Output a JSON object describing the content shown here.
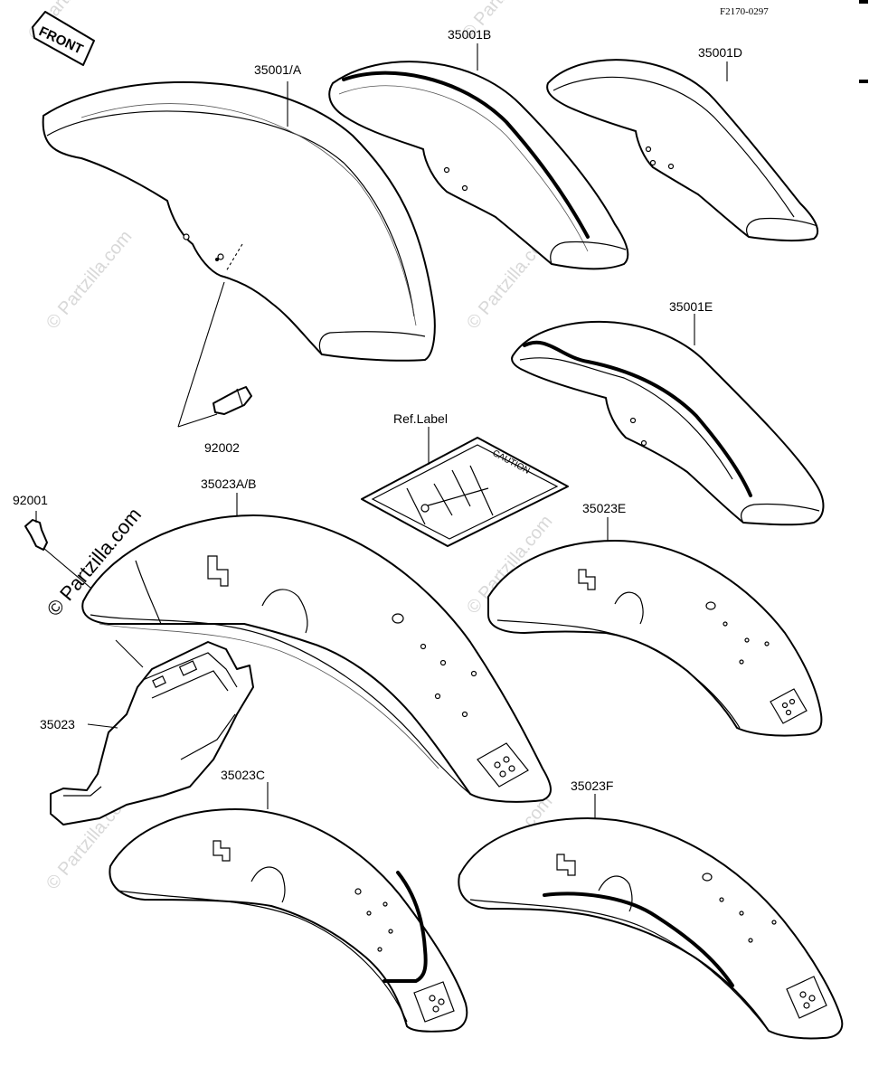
{
  "diagram_code": "F2170-0297",
  "front_label": "FRONT",
  "watermark": "© Partzilla.com",
  "ref_label": "Ref.Label",
  "caution_text": "CAUTION",
  "part_labels": {
    "p35001A": "35001/A",
    "p35001B": "35001B",
    "p35001D": "35001D",
    "p35001E": "35001E",
    "p92002": "92002",
    "p92001": "92001",
    "p35023AB": "35023A/B",
    "p35023E": "35023E",
    "p35023": "35023",
    "p35023C": "35023C",
    "p35023F": "35023F"
  }
}
